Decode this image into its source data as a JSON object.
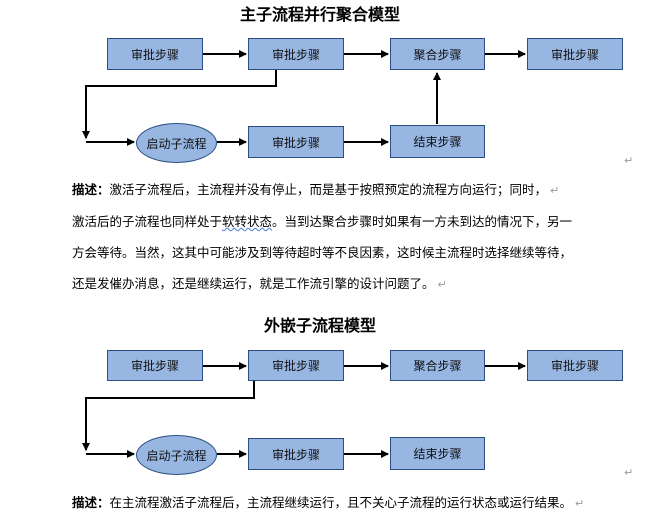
{
  "diagram1": {
    "title": "主子流程并行聚合模型",
    "top_row": [
      "审批步骤",
      "审批步骤",
      "聚合步骤",
      "审批步骤"
    ],
    "sub_start": "启动子流程",
    "sub_step": "审批步骤",
    "sub_end": "结束步骤"
  },
  "desc1": {
    "label": "描述：",
    "line1": "激活子流程后，主流程并没有停止，而是基于按照预定的流程方向运行；同时，",
    "line2_pre": "激活后的子流程也同样处于",
    "line2_wavy": "软转状态",
    "line2_post": "。当到达聚合步骤时如果有一方未到达的情况下，另一",
    "line3": "方会等待。当然，这其中可能涉及到等待超时等不良因素，这时候主流程时选择继续等待，",
    "line4": "还是发催办消息，还是继续运行，就是工作流引擎的设计问题了。"
  },
  "diagram2": {
    "title": "外嵌子流程模型",
    "top_row": [
      "审批步骤",
      "审批步骤",
      "聚合步骤",
      "审批步骤"
    ],
    "sub_start": "启动子流程",
    "sub_step": "审批步骤",
    "sub_end": "结束步骤"
  },
  "desc2": {
    "label": "描述：",
    "text": "在主流程激活子流程后，主流程继续运行，且不关心子流程的运行状态或运行结果。"
  },
  "marks": {
    "paragraph": "↵"
  }
}
